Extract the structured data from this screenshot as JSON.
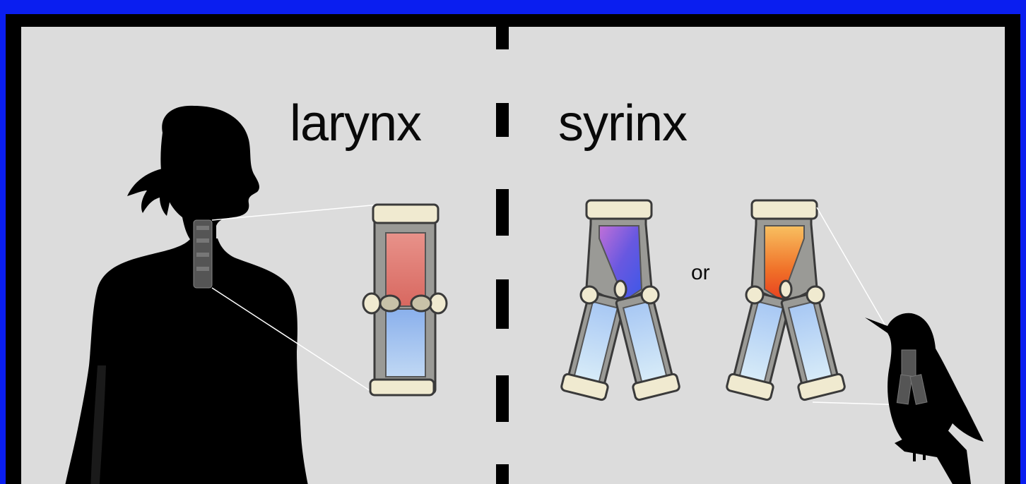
{
  "labels": {
    "larynx": "larynx",
    "syrinx": "syrinx",
    "or": "or"
  },
  "colors": {
    "background_blue": "#0a1ef0",
    "panel": "#dcdcdc",
    "silhouette": "#000000",
    "larynx_upper": "#e08078",
    "larynx_lower": "#a8c8f0",
    "syrinx_variant_1_upper": "#6a60e0",
    "syrinx_variant_2_upper": "#f08a30",
    "syrinx_branches": "#b8d8f4",
    "cartilage": "#9a9a96",
    "cartilage_ring": "#f0ead0"
  },
  "icons": [
    "human-silhouette",
    "bird-silhouette",
    "larynx-illustration",
    "syrinx-illustration"
  ]
}
